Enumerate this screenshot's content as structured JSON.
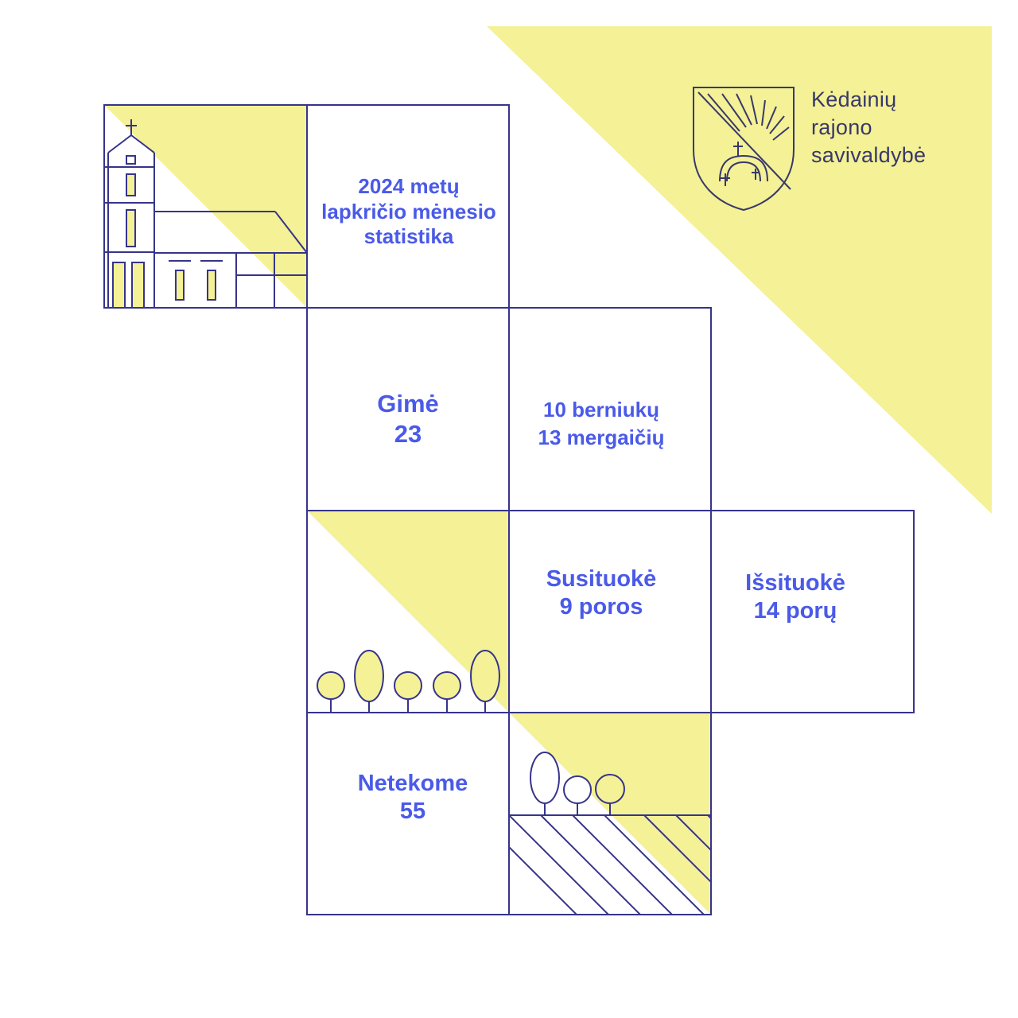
{
  "title": {
    "line1": "2024 metų",
    "line2": "lapkričio mėnesio",
    "line3": "statistika"
  },
  "logo": {
    "icon": "coat-of-arms-icon",
    "line1": "Kėdainių",
    "line2": "rajono",
    "line3": "savivaldybė"
  },
  "born": {
    "label": "Gimė",
    "value": "23"
  },
  "born_split": {
    "boys": "10 berniukų",
    "girls": "13 mergaičių"
  },
  "married": {
    "label": "Susituokė",
    "value": "9 poros"
  },
  "divorced": {
    "label": "Išsituokė",
    "value": "14 porų"
  },
  "deaths": {
    "label": "Netekome",
    "value": "55"
  },
  "colors": {
    "yellow": "#f4f196",
    "line": "#36348a",
    "text": "#4a5ae8"
  }
}
